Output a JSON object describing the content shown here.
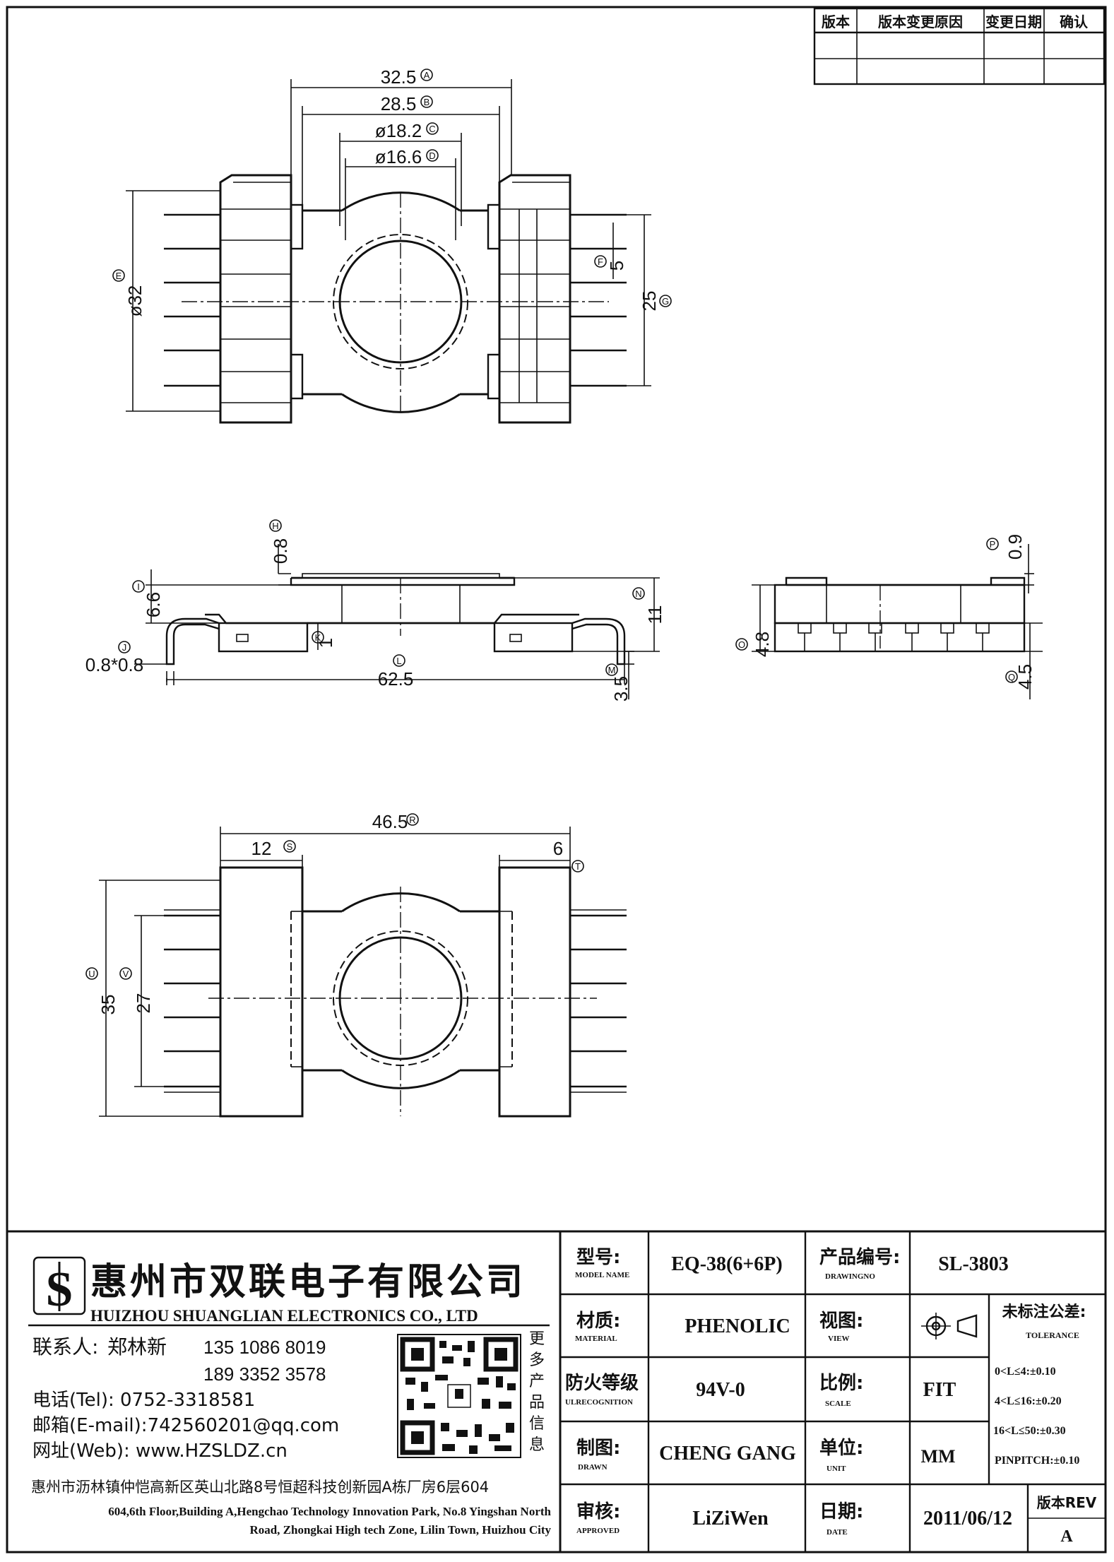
{
  "revision_table": {
    "headers": [
      "版本",
      "版本变更原因",
      "变更日期",
      "确认"
    ]
  },
  "top_view": {
    "dims": [
      {
        "id": "A",
        "value": "32.5"
      },
      {
        "id": "B",
        "value": "28.5"
      },
      {
        "id": "C",
        "value": "ø18.2"
      },
      {
        "id": "D",
        "value": "ø16.6"
      },
      {
        "id": "E",
        "value": "ø32"
      },
      {
        "id": "F",
        "value": "5"
      },
      {
        "id": "G",
        "value": "25"
      }
    ]
  },
  "side_view": {
    "dims": [
      {
        "id": "H",
        "value": "0.8"
      },
      {
        "id": "I",
        "value": "6.6"
      },
      {
        "id": "J",
        "value": "0.8*0.8"
      },
      {
        "id": "K",
        "value": "1"
      },
      {
        "id": "L",
        "value": "62.5"
      },
      {
        "id": "M",
        "value": "3.5"
      },
      {
        "id": "N",
        "value": "11"
      }
    ]
  },
  "end_view": {
    "dims": [
      {
        "id": "P",
        "value": "0.9"
      },
      {
        "id": "O",
        "value": "4.8"
      },
      {
        "id": "Q",
        "value": "4.5"
      }
    ]
  },
  "bottom_view": {
    "dims": [
      {
        "id": "R",
        "value": "46.5"
      },
      {
        "id": "S",
        "value": "12"
      },
      {
        "id": "T",
        "value": "6"
      },
      {
        "id": "U",
        "value": "35"
      },
      {
        "id": "V",
        "value": "27"
      }
    ]
  },
  "company": {
    "name_cn": "惠州市双联电子有限公司",
    "name_en": "HUIZHOU SHUANGLIAN ELECTRONICS CO., LTD",
    "contact_label": "联系人:",
    "contact_name": "郑林新",
    "phone1": "135 1086 8019",
    "phone2": "189 3352 3578",
    "tel": "电话(Tel): 0752-3318581",
    "email": "邮箱(E-mail):742560201@qq.com",
    "web": "网址(Web): www.HZSLDZ.cn",
    "qr_side_text": [
      "更",
      "多",
      "产",
      "品",
      "信",
      "息"
    ],
    "address_cn": "惠州市沥林镇仲恺高新区英山北路8号恒超科技创新园A栋厂房6层604",
    "address_en_1": "604,6th Floor,Building A,Hengchao Technology Innovation Park, No.8 Yingshan North",
    "address_en_2": "Road, Zhongkai High tech Zone, Lilin Town, Huizhou City"
  },
  "title_block": {
    "model_label_cn": "型号:",
    "model_label_en": "MODEL NAME",
    "model_value": "EQ-38(6+6P)",
    "drawing_no_label_cn": "产品编号:",
    "drawing_no_label_en": "DRAWINGNO",
    "drawing_no_value": "SL-3803",
    "material_label_cn": "材质:",
    "material_label_en": "MATERIAL",
    "material_value": "PHENOLIC",
    "view_label_cn": "视图:",
    "view_label_en": "VIEW",
    "tolerance_label_cn": "未标注公差:",
    "tolerance_label_en": "TOLERANCE",
    "tolerance_lines": [
      "0<L≤4:±0.10",
      "4<L≤16:±0.20",
      "16<L≤50:±0.30",
      "PINPITCH:±0.10"
    ],
    "flame_label_cn": "防火等级",
    "flame_label_en": "ULRECOGNITION",
    "flame_value": "94V-0",
    "scale_label_cn": "比例:",
    "scale_label_en": "SCALE",
    "scale_value": "FIT",
    "drawn_label_cn": "制图:",
    "drawn_label_en": "DRAWN",
    "drawn_value": "CHENG GANG",
    "unit_label_cn": "单位:",
    "unit_label_en": "UNIT",
    "unit_value": "MM",
    "approved_label_cn": "审核:",
    "approved_label_en": "APPROVED",
    "approved_value": "LiZiWen",
    "date_label_cn": "日期:",
    "date_label_en": "DATE",
    "date_value": "2011/06/12",
    "rev_label": "版本REV",
    "rev_value": "A"
  }
}
